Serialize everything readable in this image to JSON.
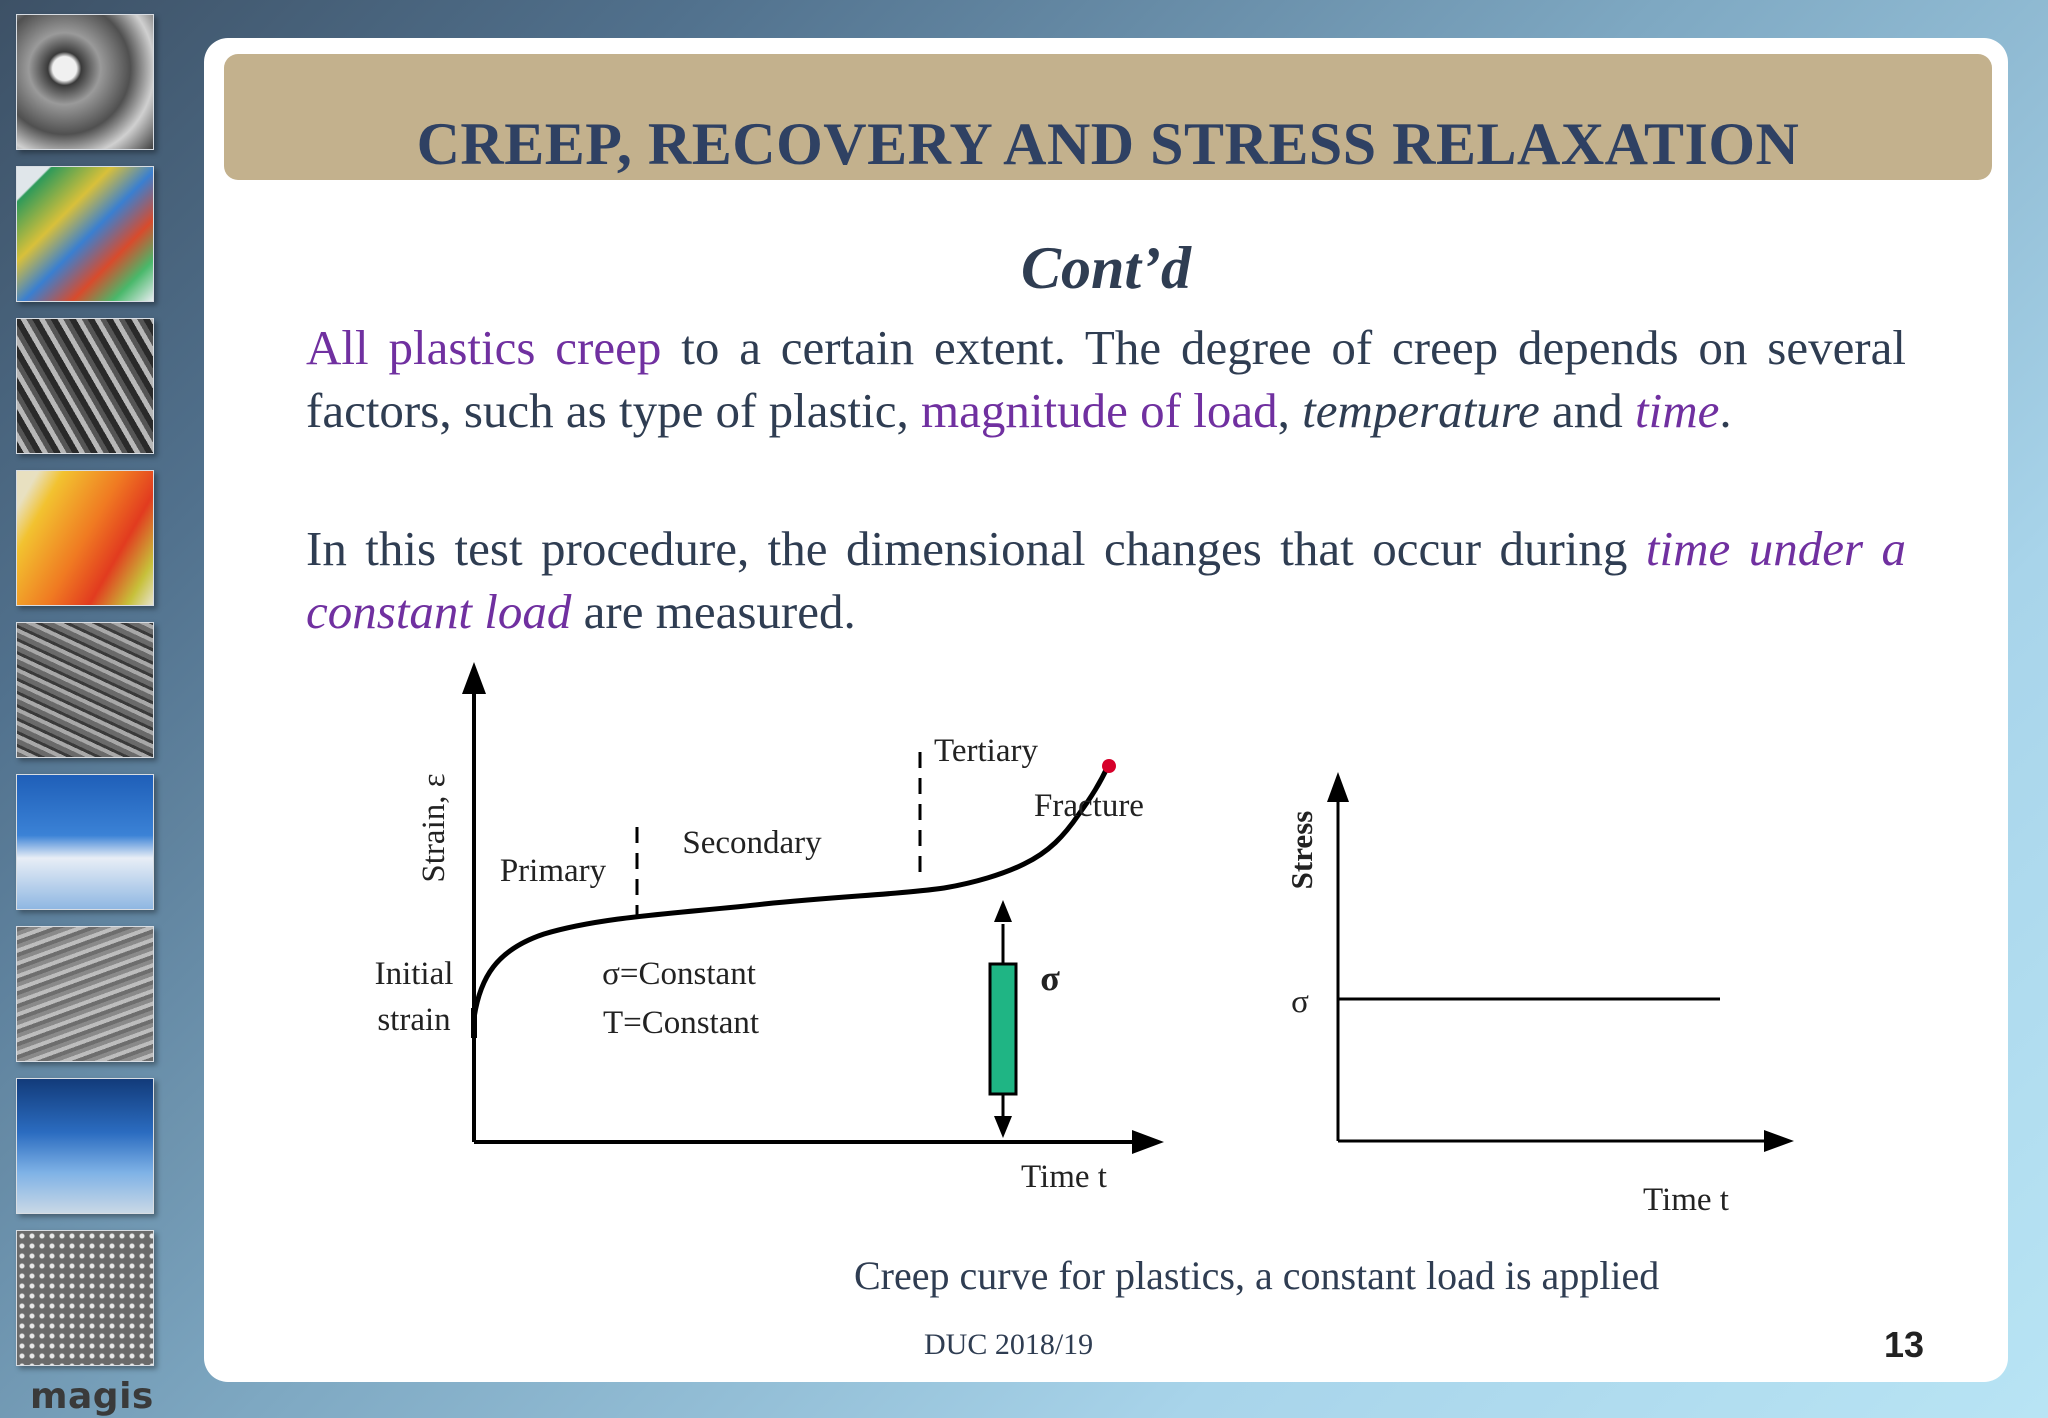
{
  "slide": {
    "title": "CREEP, RECOVERY AND STRESS RELAXATION",
    "subtitle": "Cont’d",
    "paragraph1": {
      "hl1": "All plastics creep",
      "t1": " to a certain extent. The degree of creep depends on several factors, such as type of plastic, ",
      "hl2": "magnitude of load",
      "t2": ", ",
      "it1": "temperature",
      "t3": " and ",
      "hl3": "time",
      "t4": "."
    },
    "paragraph2": {
      "t1": "In this test procedure, the dimensional changes that occur during ",
      "hl1": "time under a constant load",
      "t2": " are measured."
    },
    "caption": "Creep curve for plastics, a constant load is applied",
    "footer": "DUC 2018/19",
    "page_number": "13"
  },
  "sidebar": {
    "brand": "magis",
    "thumbnails": [
      "turbine-blades",
      "grain-structure-block",
      "fiber-micrograph",
      "stress-cube",
      "crack-micrograph",
      "airplane",
      "metal-surface",
      "wind-turbine",
      "grain-micrograph"
    ]
  },
  "diagram": {
    "creep_plot": {
      "y_axis_label": "Strain, ε",
      "x_axis_label": "Time t",
      "initial_strain_line1": "Initial",
      "initial_strain_line2": "strain",
      "regions": {
        "primary": "Primary",
        "secondary": "Secondary",
        "tertiary": "Tertiary",
        "fracture": "Fracture"
      },
      "conditions_line1": "σ=Constant",
      "conditions_line2": "T=Constant",
      "specimen_load_label": "σ",
      "specimen_color": "#1fb584",
      "fracture_marker_color": "#d6002a"
    },
    "stress_plot": {
      "y_axis_label": "Stress",
      "x_axis_label": "Time t",
      "level_label": "σ"
    }
  }
}
